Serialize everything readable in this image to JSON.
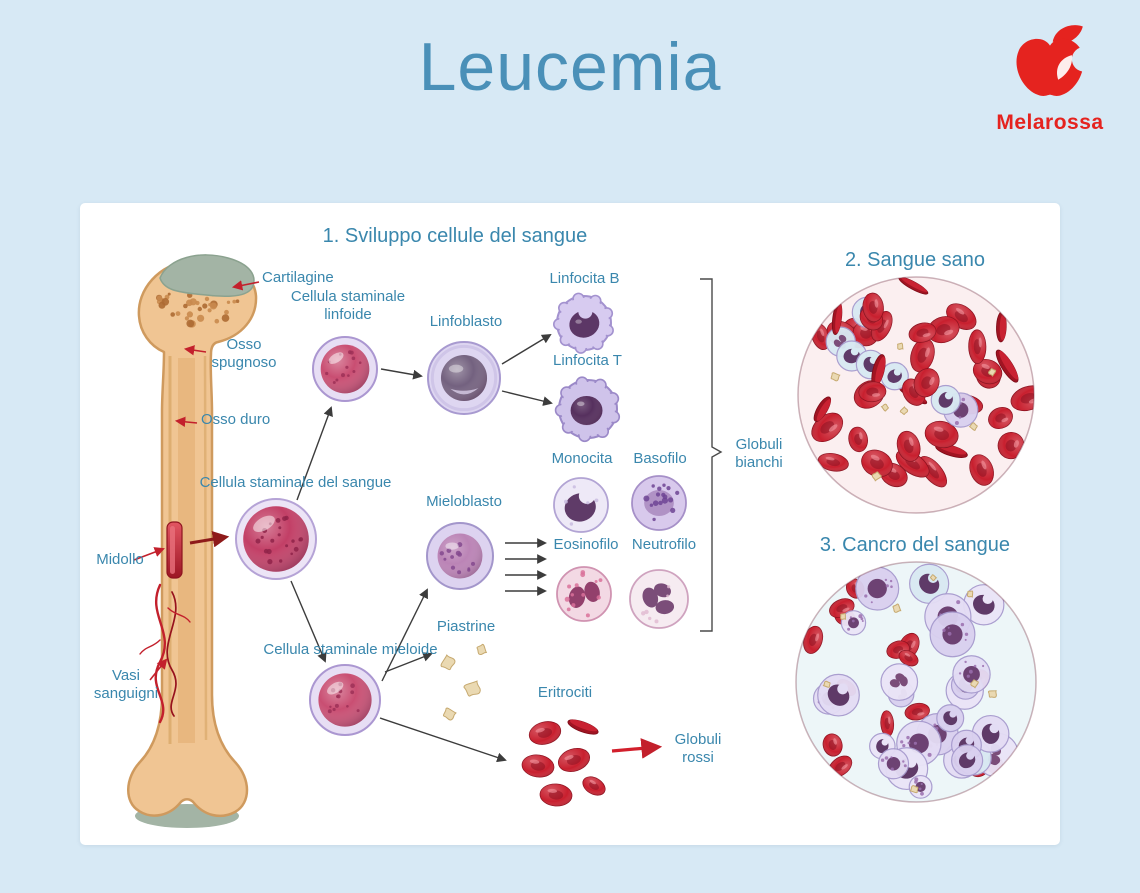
{
  "header": {
    "title": "Leucemia",
    "brand": "Melarossa"
  },
  "sections": {
    "development": "1. Sviluppo cellule del sangue",
    "healthy": "2. Sangue sano",
    "cancer": "3. Cancro del sangue"
  },
  "bone_labels": {
    "cartilagine": "Cartilagine",
    "osso_spugnoso": "Osso spugnoso",
    "osso_duro": "Osso duro",
    "midollo": "Midollo",
    "vasi_sanguigni": "Vasi sanguigni"
  },
  "cell_labels": {
    "cellula_staminale_linfoide": "Cellula staminale linfoide",
    "linfoblasto": "Linfoblasto",
    "linfocita_b": "Linfocita B",
    "linfocita_t": "Linfocita T",
    "cellula_staminale_sangue": "Cellula staminale del sangue",
    "mieloblasto": "Mieloblasto",
    "monocita": "Monocita",
    "basofilo": "Basofilo",
    "eosinofilo": "Eosinofilo",
    "neutrofilo": "Neutrofilo",
    "cellula_staminale_mieloide": "Cellula staminale mieloide",
    "piastrine": "Piastrine",
    "eritrociti": "Eritrociti",
    "globuli_bianchi": "Globuli bianchi",
    "globuli_rossi": "Globuli rossi"
  },
  "colors": {
    "background": "#d7e9f5",
    "title_teal": "#4a90b8",
    "label_teal": "#3a87ad",
    "brand_red": "#e5231f",
    "blood_red": "#c3202c"
  }
}
